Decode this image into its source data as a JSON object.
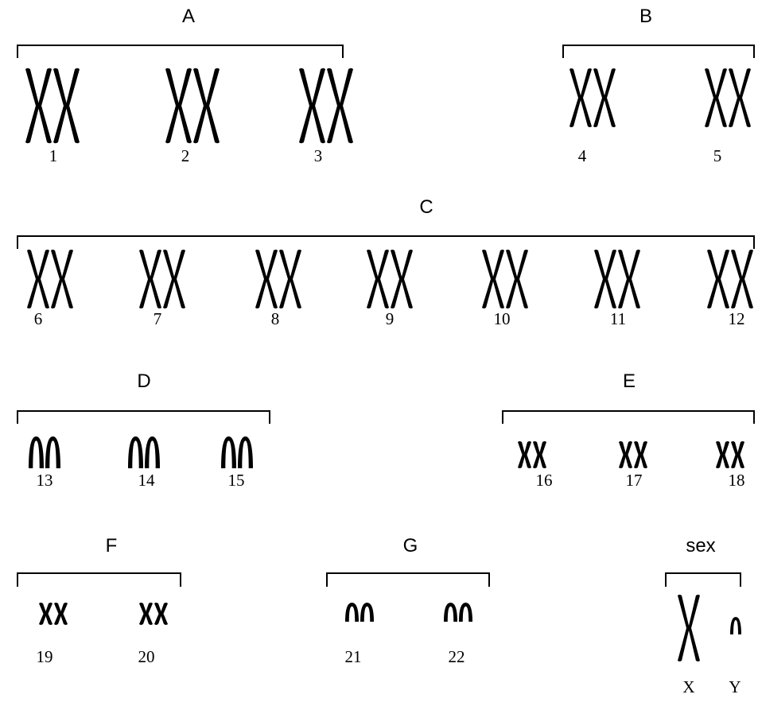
{
  "karyotype": {
    "groups": [
      {
        "label": "A",
        "chromosomes": [
          {
            "label": "1",
            "shape": "x-tall"
          },
          {
            "label": "2",
            "shape": "x-tall"
          },
          {
            "label": "3",
            "shape": "x-tall"
          }
        ]
      },
      {
        "label": "B",
        "chromosomes": [
          {
            "label": "4",
            "shape": "x-medium"
          },
          {
            "label": "5",
            "shape": "x-medium"
          }
        ]
      },
      {
        "label": "C",
        "chromosomes": [
          {
            "label": "6",
            "shape": "x-medium"
          },
          {
            "label": "7",
            "shape": "x-medium"
          },
          {
            "label": "8",
            "shape": "x-medium"
          },
          {
            "label": "9",
            "shape": "x-medium"
          },
          {
            "label": "10",
            "shape": "x-medium"
          },
          {
            "label": "11",
            "shape": "x-medium"
          },
          {
            "label": "12",
            "shape": "x-medium"
          }
        ]
      },
      {
        "label": "D",
        "chromosomes": [
          {
            "label": "13",
            "shape": "acrocentric"
          },
          {
            "label": "14",
            "shape": "acrocentric"
          },
          {
            "label": "15",
            "shape": "acrocentric"
          }
        ]
      },
      {
        "label": "E",
        "chromosomes": [
          {
            "label": "16",
            "shape": "x-small"
          },
          {
            "label": "17",
            "shape": "x-small"
          },
          {
            "label": "18",
            "shape": "x-small"
          }
        ]
      },
      {
        "label": "F",
        "chromosomes": [
          {
            "label": "19",
            "shape": "x-tiny"
          },
          {
            "label": "20",
            "shape": "x-tiny"
          }
        ]
      },
      {
        "label": "G",
        "chromosomes": [
          {
            "label": "21",
            "shape": "acrocentric-small"
          },
          {
            "label": "22",
            "shape": "acrocentric-small"
          }
        ]
      },
      {
        "label": "sex",
        "chromosomes": [
          {
            "label": "X",
            "shape": "single-x"
          },
          {
            "label": "Y",
            "shape": "single-y"
          }
        ]
      }
    ]
  }
}
